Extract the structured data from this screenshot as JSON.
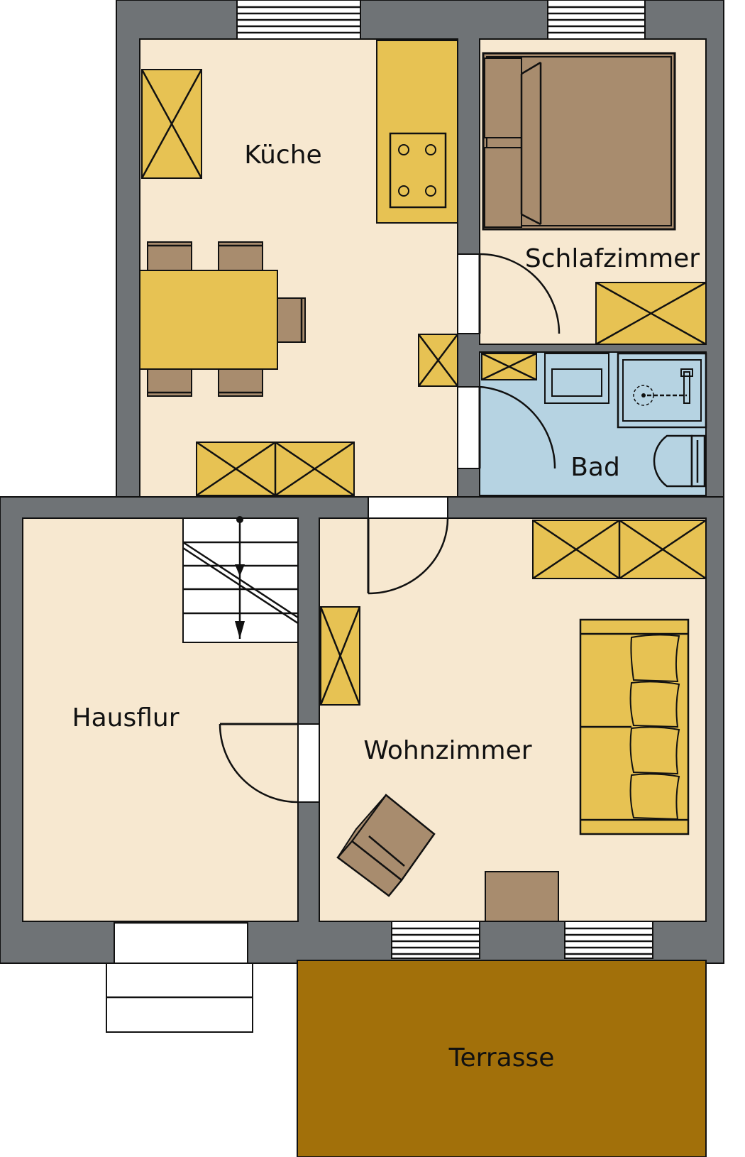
{
  "rooms": {
    "kueche": "Küche",
    "schlafzimmer": "Schlafzimmer",
    "bad": "Bad",
    "hausflur": "Hausflur",
    "wohnzimmer": "Wohnzimmer",
    "terrasse": "Terrasse"
  },
  "colors": {
    "wall": "#6f7376",
    "floor": "#f7e8d0",
    "bath": "#b6d3e2",
    "cabinet": "#e7c253",
    "wood": "#a88c6e",
    "terrace": "#a2700a",
    "outline": "#111111"
  }
}
